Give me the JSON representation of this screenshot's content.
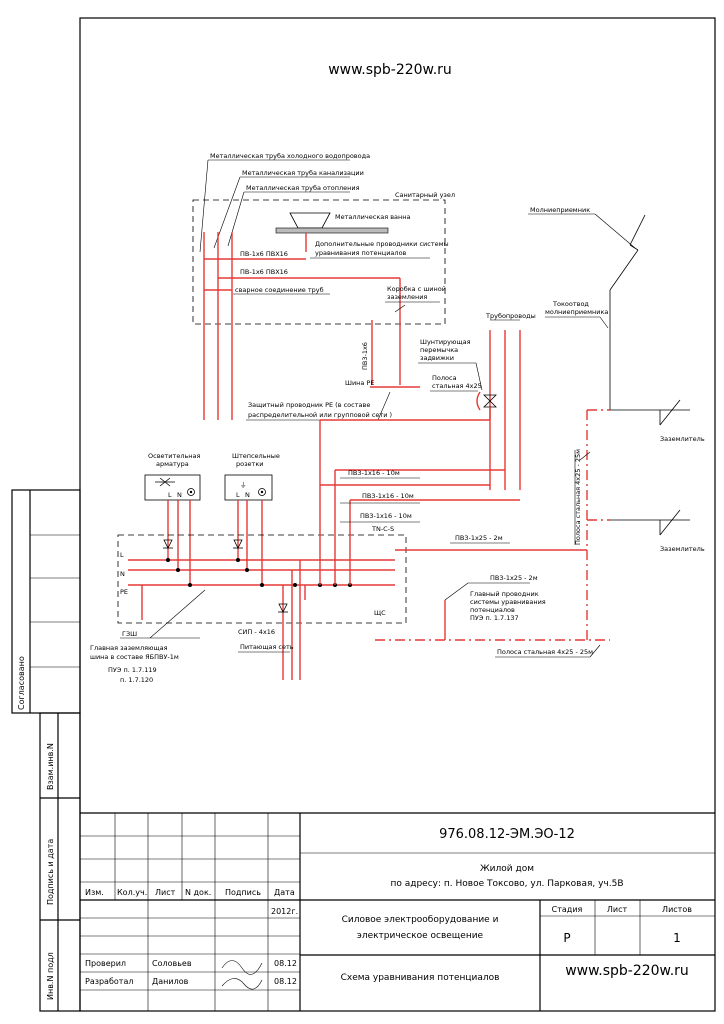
{
  "header": {
    "site_top": "www.spb-220w.ru",
    "site_bottom": "www.spb-220w.ru"
  },
  "side": {
    "soglasovano": "Согласовано",
    "vzam": "Взам.инв.N",
    "podpis": "Подпись и дата",
    "inv": "Инв.N подл"
  },
  "labels": {
    "pipe_cold": "Металлическая труба холодного водопровода",
    "pipe_sewer": "Металлическая труба канализации",
    "pipe_heat": "Металлическая труба отопления",
    "san_node": "Санитарный узел",
    "bath": "Металлическая ванна",
    "extra_cond_1": "Дополнительные проводники системы",
    "extra_cond_2": "уравнивания потенциалов",
    "pv1": "ПВ-1х6  ПВХ16",
    "pv2": "ПВ-1х6  ПВХ16",
    "weld": "сварное соединение труб",
    "box_1": "Коробка с шиной",
    "box_2": "заземления",
    "pv3_6": "ПВ3-1х6",
    "pe_bus": "Шина PE",
    "pe_cond_1": "Защитный проводник PE (в составе",
    "pe_cond_2": "распределительной или групповой сети )",
    "pipelines": "Трубопроводы",
    "shunt_1": "Шунтирующая",
    "shunt_2": "перемычка",
    "shunt_3": "задвижки",
    "strip_1": "Полоса",
    "strip_2": "стальная 4х25",
    "lightning_rod": "Молниеприемник",
    "downconductor_1": "Токоотвод",
    "downconductor_2": "молниеприемника",
    "earth_1": "Заземлитель",
    "earth_2": "Заземлитель",
    "strip_vertical": "Полоса стальная 4х25 - 25м",
    "lamp_1": "Осветительная",
    "lamp_2": "арматура",
    "socket_1": "Штепсельные",
    "socket_2": "розетки",
    "pv_16_a": "ПВ3-1х16 - 10м",
    "pv_16_b": "ПВ3-1х16 - 10м",
    "pv_16_c": "ПВ3-1х16 - 10м",
    "tncs": "TN-C-S",
    "pv_25_a": "ПВ3-1х25 - 2м",
    "pv_25_b": "ПВ3-1х25 - 2м",
    "main_cond_1": "Главный проводник",
    "main_cond_2": "системы уравнивания",
    "main_cond_3": "потенциалов",
    "main_cond_4": "ПУЭ п. 1.7.137",
    "bus_L": "L",
    "bus_N": "N",
    "bus_PE": "PE",
    "lamp_L": "L",
    "lamp_N": "N",
    "sock_L": "L",
    "sock_N": "N",
    "shch": "ЩС",
    "gzsh": "ГЗШ",
    "gzsh_1": "Главная  заземляющая",
    "gzsh_2": "шина в составе ЯБПВУ-1м",
    "gzsh_3": "ПУЭ п. 1.7.119",
    "gzsh_4": "п. 1.7.120",
    "sip": "СИП - 4х16",
    "supply": "Питающая сеть",
    "strip_bottom": "Полоса стальная 4х25 - 25м"
  },
  "title_block": {
    "code": "976.08.12-ЭМ.ЭО-12",
    "object_1": "Жилой дом",
    "object_2": "по адресу: п. Новое Токсово, ул. Парковая, уч.5В",
    "col_izm": "Изм.",
    "col_kol": "Кол.уч.",
    "col_list": "Лист",
    "col_ndok": "N док.",
    "col_podp": "Подпись",
    "col_data": "Дата",
    "year": "2012г.",
    "title_1": "Силовое электрооборудование и",
    "title_2": "электрическое освещение",
    "stadiya": "Стадия",
    "list": "Лист",
    "listov": "Листов",
    "stadiya_val": "Р",
    "listov_val": "1",
    "role_1": "Проверил",
    "role_2": "Разработал",
    "name_1": "Соловьев",
    "name_2": "Данилов",
    "date_1": "08.12",
    "date_2": "08.12",
    "sheet_title": "Схема уравнивания потенциалов"
  }
}
